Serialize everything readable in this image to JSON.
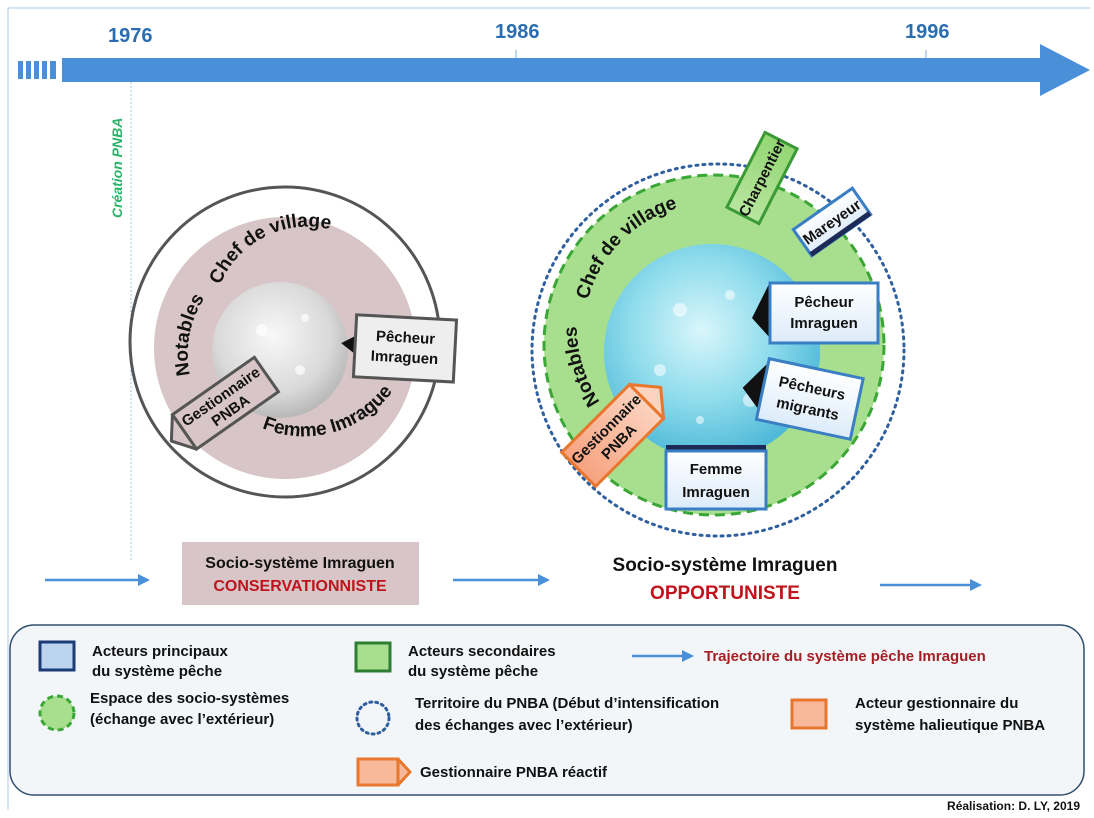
{
  "timeline": {
    "years": [
      "1976",
      "1986",
      "1996"
    ],
    "event_label": "Création PNBA"
  },
  "left_system": {
    "ring_labels": {
      "chef": "Chef de village",
      "notables": "Notables",
      "femme": "Femme Imraguen"
    },
    "pecheur": [
      "Pêcheur",
      "Imraguen"
    ],
    "gestionnaire": [
      "Gestionnaire",
      "PNBA"
    ],
    "title": "Socio-système Imraguen",
    "subtitle": "CONSERVATIONNISTE"
  },
  "right_system": {
    "ring_labels": {
      "chef": "Chef de village",
      "notables": "Notables"
    },
    "charpentier": "Charpentier",
    "mareyeur": "Mareyeur",
    "pecheur": [
      "Pêcheur",
      "Imraguen"
    ],
    "pecheurs_migrants": [
      "Pêcheurs",
      "migrants"
    ],
    "gestionnaire": [
      "Gestionnaire",
      "PNBA"
    ],
    "femme": [
      "Femme",
      "Imraguen"
    ],
    "title": "Socio-système Imraguen",
    "subtitle": "OPPORTUNISTE"
  },
  "legend": {
    "acteurs_principaux": [
      "Acteurs principaux",
      "du système pêche"
    ],
    "acteurs_secondaires": [
      "Acteurs secondaires",
      "du système pêche"
    ],
    "trajectoire": "Trajectoire du système pêche Imraguen",
    "espace": [
      "Espace des socio-systèmes",
      "(échange avec l’extérieur)"
    ],
    "territoire": [
      "Territoire du PNBA (Début d’intensification",
      "des échanges avec l’extérieur)"
    ],
    "acteur_gestionnaire": [
      "Acteur gestionnaire du",
      "système halieutique PNBA"
    ],
    "gestionnaire_reactif": "Gestionnaire PNBA réactif"
  },
  "credit": "Réalisation: D. LY, 2019",
  "colors": {
    "timeline_blue": "#4a90d9",
    "year_blue": "#2a6db0",
    "event_green": "#2bb36a",
    "red_text": "#c0141c",
    "trajectory_red": "#a31f24",
    "green_fill": "#a8df8e",
    "green_border": "#3aa635",
    "blue_border": "#3a7ec4",
    "orange_fill": "#f8b89a",
    "orange_border": "#e8772e",
    "left_ring": "#d8c5c7"
  }
}
